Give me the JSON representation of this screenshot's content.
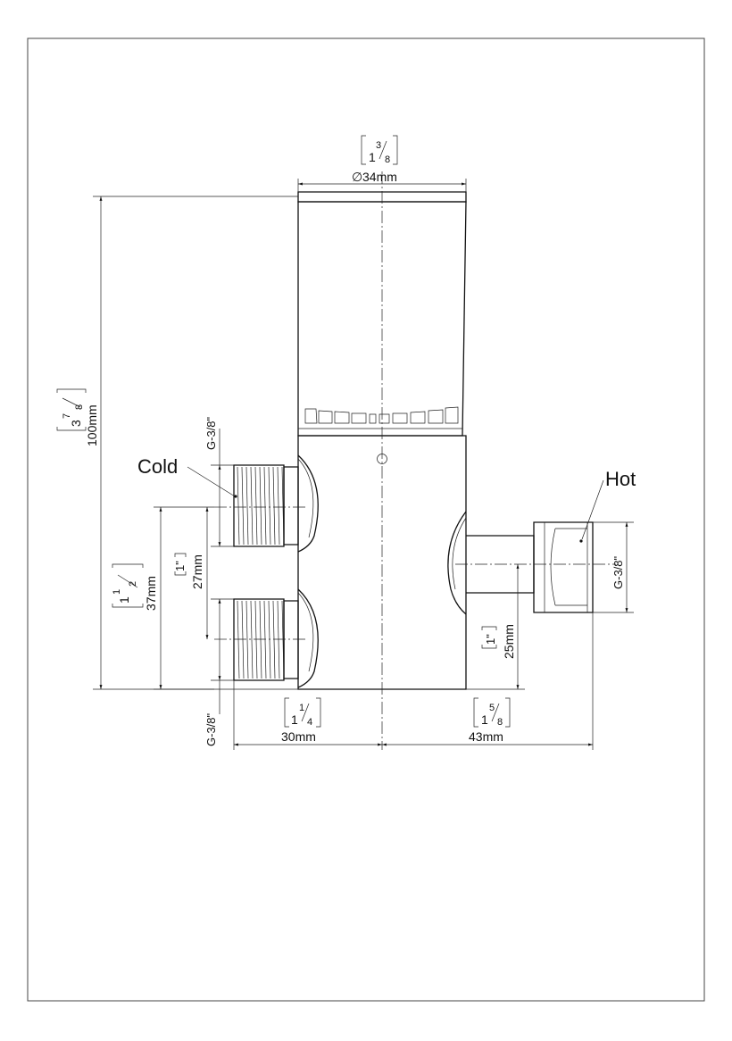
{
  "labels": {
    "cold": "Cold",
    "hot": "Hot"
  },
  "dimensions": {
    "top_diameter_inch_whole": "1",
    "top_diameter_inch_num": "3",
    "top_diameter_inch_den": "8",
    "top_diameter_mm": "34mm",
    "top_diameter_symbol": "∅",
    "height_inch_whole": "3",
    "height_inch_num": "7",
    "height_inch_den": "8",
    "height_mm": "100mm",
    "cold_thread": "G-3/8\"",
    "cold_thread_lower": "G-3/8\"",
    "cold_spacing_inch_whole": "1",
    "cold_spacing_inch_num": "1",
    "cold_spacing_inch_den": "2",
    "cold_spacing_mm": "37mm",
    "cold_thread_len_inch": "1\"",
    "cold_thread_len_mm": "27mm",
    "left_width_inch_whole": "1",
    "left_width_inch_num": "1",
    "left_width_inch_den": "4",
    "left_width_mm": "30mm",
    "right_width_inch_whole": "1",
    "right_width_inch_num": "5",
    "right_width_inch_den": "8",
    "right_width_mm": "43mm",
    "hot_thread": "G-3/8\"",
    "hot_height_inch": "1\"",
    "hot_height_mm": "25mm"
  },
  "colors": {
    "line": "#111111",
    "background": "#ffffff"
  }
}
